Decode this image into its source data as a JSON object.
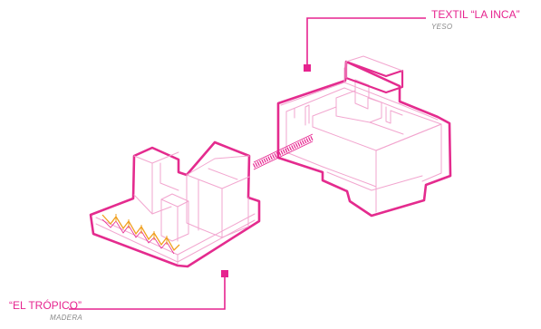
{
  "colors": {
    "magenta": "#e6248f",
    "magenta_light": "#f2a6cf",
    "magenta_outline": "#e42b8e",
    "accent_orange": "#f0a020",
    "label_gray": "#8a8a8a"
  },
  "buildings": [
    {
      "name": "TEXTIL “LA INCA”",
      "material": "YESO"
    },
    {
      "name": "“EL TRÓPICO”",
      "material": "MADERA"
    }
  ],
  "icons": {
    "leader_marker": "square-marker-icon",
    "connector": "hatched-bridge-connector"
  }
}
